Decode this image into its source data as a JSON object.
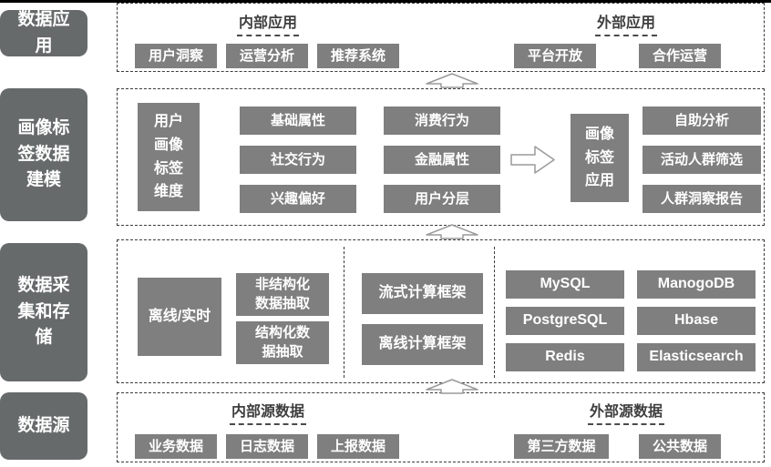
{
  "left_labels": [
    "数据应用",
    "画像标签数据建模",
    "数据采集和存储",
    "数据源"
  ],
  "applications": {
    "internal_header": "内部应用",
    "external_header": "外部应用",
    "internal_items": [
      "用户洞察",
      "运营分析",
      "推荐系统"
    ],
    "external_items": [
      "平台开放",
      "合作运营"
    ]
  },
  "modeling": {
    "dimension_box": "用户画像标签维度",
    "attribute_col1": [
      "基础属性",
      "社交行为",
      "兴趣偏好"
    ],
    "attribute_col2": [
      "消费行为",
      "金融属性",
      "用户分层"
    ],
    "application_box": "画像标签应用",
    "application_items": [
      "自助分析",
      "活动人群筛选",
      "人群洞察报告"
    ]
  },
  "collection_storage": {
    "mode_box": "离线/实时",
    "extract_items": [
      "非结构化数据抽取",
      "结构化数据抽取"
    ],
    "compute_items": [
      "流式计算框架",
      "离线计算框架"
    ],
    "storage_items": [
      "MySQL",
      "ManogoDB",
      "PostgreSQL",
      "Hbase",
      "Redis",
      "Elasticsearch"
    ]
  },
  "sources": {
    "internal_header": "内部源数据",
    "external_header": "外部源数据",
    "internal_items": [
      "业务数据",
      "日志数据",
      "上报数据"
    ],
    "external_items": [
      "第三方数据",
      "公共数据"
    ]
  },
  "colors": {
    "node_gray": "#7f7f7f",
    "label_gray": "#666a6a",
    "header_text": "#3f3f3f",
    "dash_border": "#3a3a3a",
    "arrow_stroke": "#9a9a9a"
  }
}
